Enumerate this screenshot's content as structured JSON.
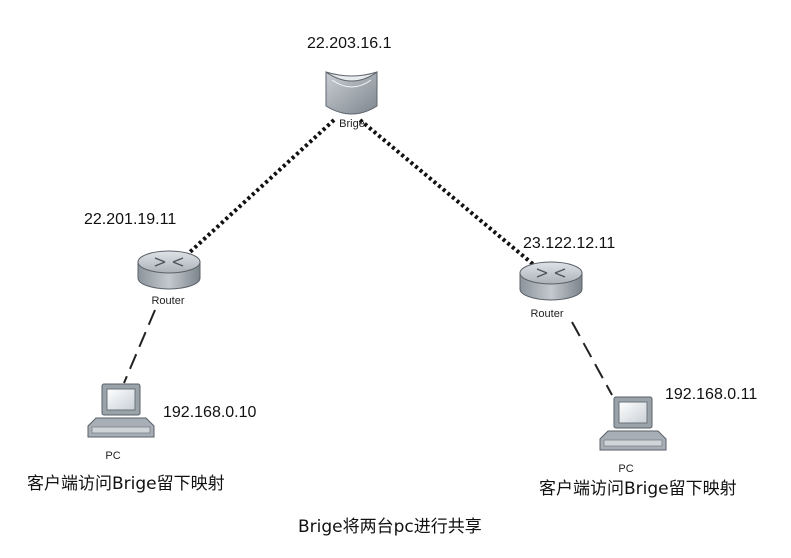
{
  "nodes": {
    "bridge": {
      "label": "Brige",
      "ip": "22.203.16.1"
    },
    "router_left": {
      "label": "Router",
      "ip": "22.201.19.11"
    },
    "router_right": {
      "label": "Router",
      "ip": "23.122.12.11"
    },
    "pc_left": {
      "label": "PC",
      "ip": "192.168.0.10",
      "note": "客户端访问Brige留下映射"
    },
    "pc_right": {
      "label": "PC",
      "ip": "192.168.0.11",
      "note": "客户端访问Brige留下映射"
    }
  },
  "caption": "Brige将两台pc进行共享"
}
